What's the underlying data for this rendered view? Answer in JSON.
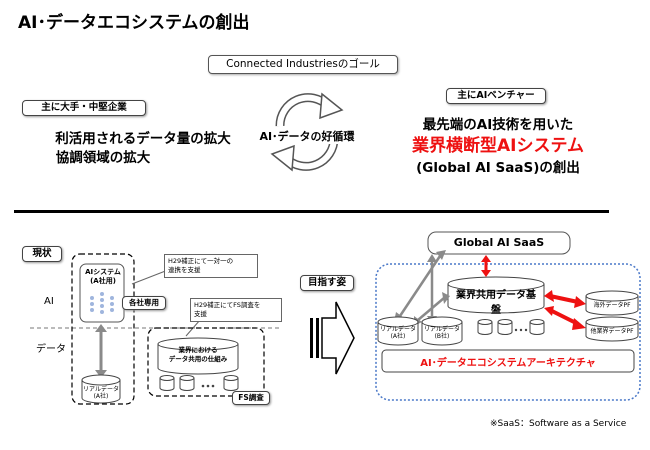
{
  "title": "AI･データエコシステムの創出",
  "goal": "Connected Industriesのゴール",
  "left": {
    "tag": "主に大手・中堅企業",
    "line1": "利活用されるデータ量の拡大",
    "line2": "協調領域の拡大"
  },
  "cycle_label": "AI･データの好循環",
  "right": {
    "tag": "主にAIベンチャー",
    "line1": "最先端のAI技術を用いた",
    "line2": "業界横断型AIシステム",
    "line3": "(Global AI SaaS)の創出"
  },
  "current": {
    "tag": "現状",
    "ai_label": "AI",
    "data_label": "データ",
    "ai_system": "AIシステム\n(A社用)",
    "note1": "H29補正にて一対一の\n連携を支援",
    "dedicated": "各社専用",
    "note2": "H29補正にてFS調査を\n支援",
    "sharing": "業界における\nデータ共用の仕組み",
    "real_data": "リアルデータ\n(A社)",
    "fs": "FS調査"
  },
  "target": {
    "tag": "目指す姿",
    "saas": "Global AI SaaS",
    "platform": "業界共用データ基盤",
    "real_a": "リアルデータ\n(A社)",
    "real_b": "リアルデータ\n(B社)",
    "overseas": "海外データPF",
    "other_industry": "他業界データPF",
    "architecture": "AI･データエコシステムアーキテクチャ"
  },
  "footnote": "※SaaS：Software as a Service",
  "colors": {
    "accent_red": "#ee1111",
    "dotted_blue": "#4a78c8",
    "arrow_gray": "#8a8a8a"
  }
}
